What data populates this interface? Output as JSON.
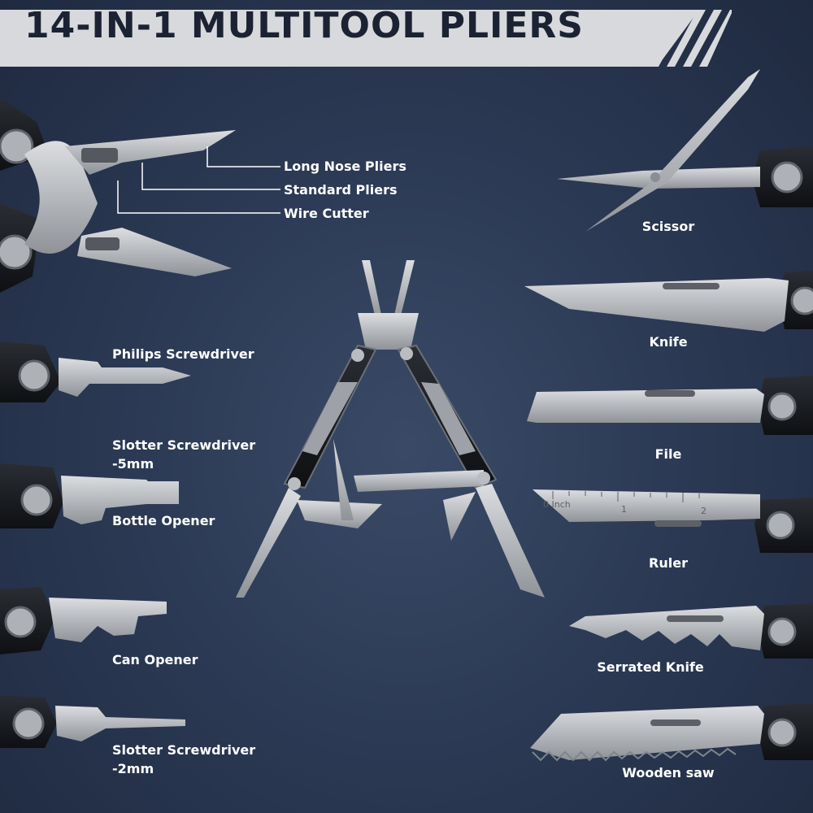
{
  "header": {
    "title": "14-IN-1 MULTITOOL PLIERS"
  },
  "labels": {
    "long_nose_pliers": "Long Nose Pliers",
    "standard_pliers": "Standard Pliers",
    "wire_cutter": "Wire Cutter",
    "philips_screwdriver": "Philips Screwdriver",
    "slotter_5mm_line1": "Slotter Screwdriver",
    "slotter_5mm_line2": "-5mm",
    "bottle_opener": "Bottle Opener",
    "can_opener": "Can Opener",
    "slotter_2mm_line1": "Slotter Screwdriver",
    "slotter_2mm_line2": "-2mm",
    "scissor": "Scissor",
    "knife": "Knife",
    "file": "File",
    "ruler": "Ruler",
    "serrated_knife": "Serrated Knife",
    "wooden_saw": "Wooden saw"
  },
  "ruler_marks": {
    "zero": "0 Inch",
    "one": "1",
    "two": "2"
  },
  "colors": {
    "background": "#2c3a55",
    "banner": "#d7d9dc",
    "title": "#1b2233",
    "steel": "#b9bcc0",
    "handle": "#15171b"
  }
}
